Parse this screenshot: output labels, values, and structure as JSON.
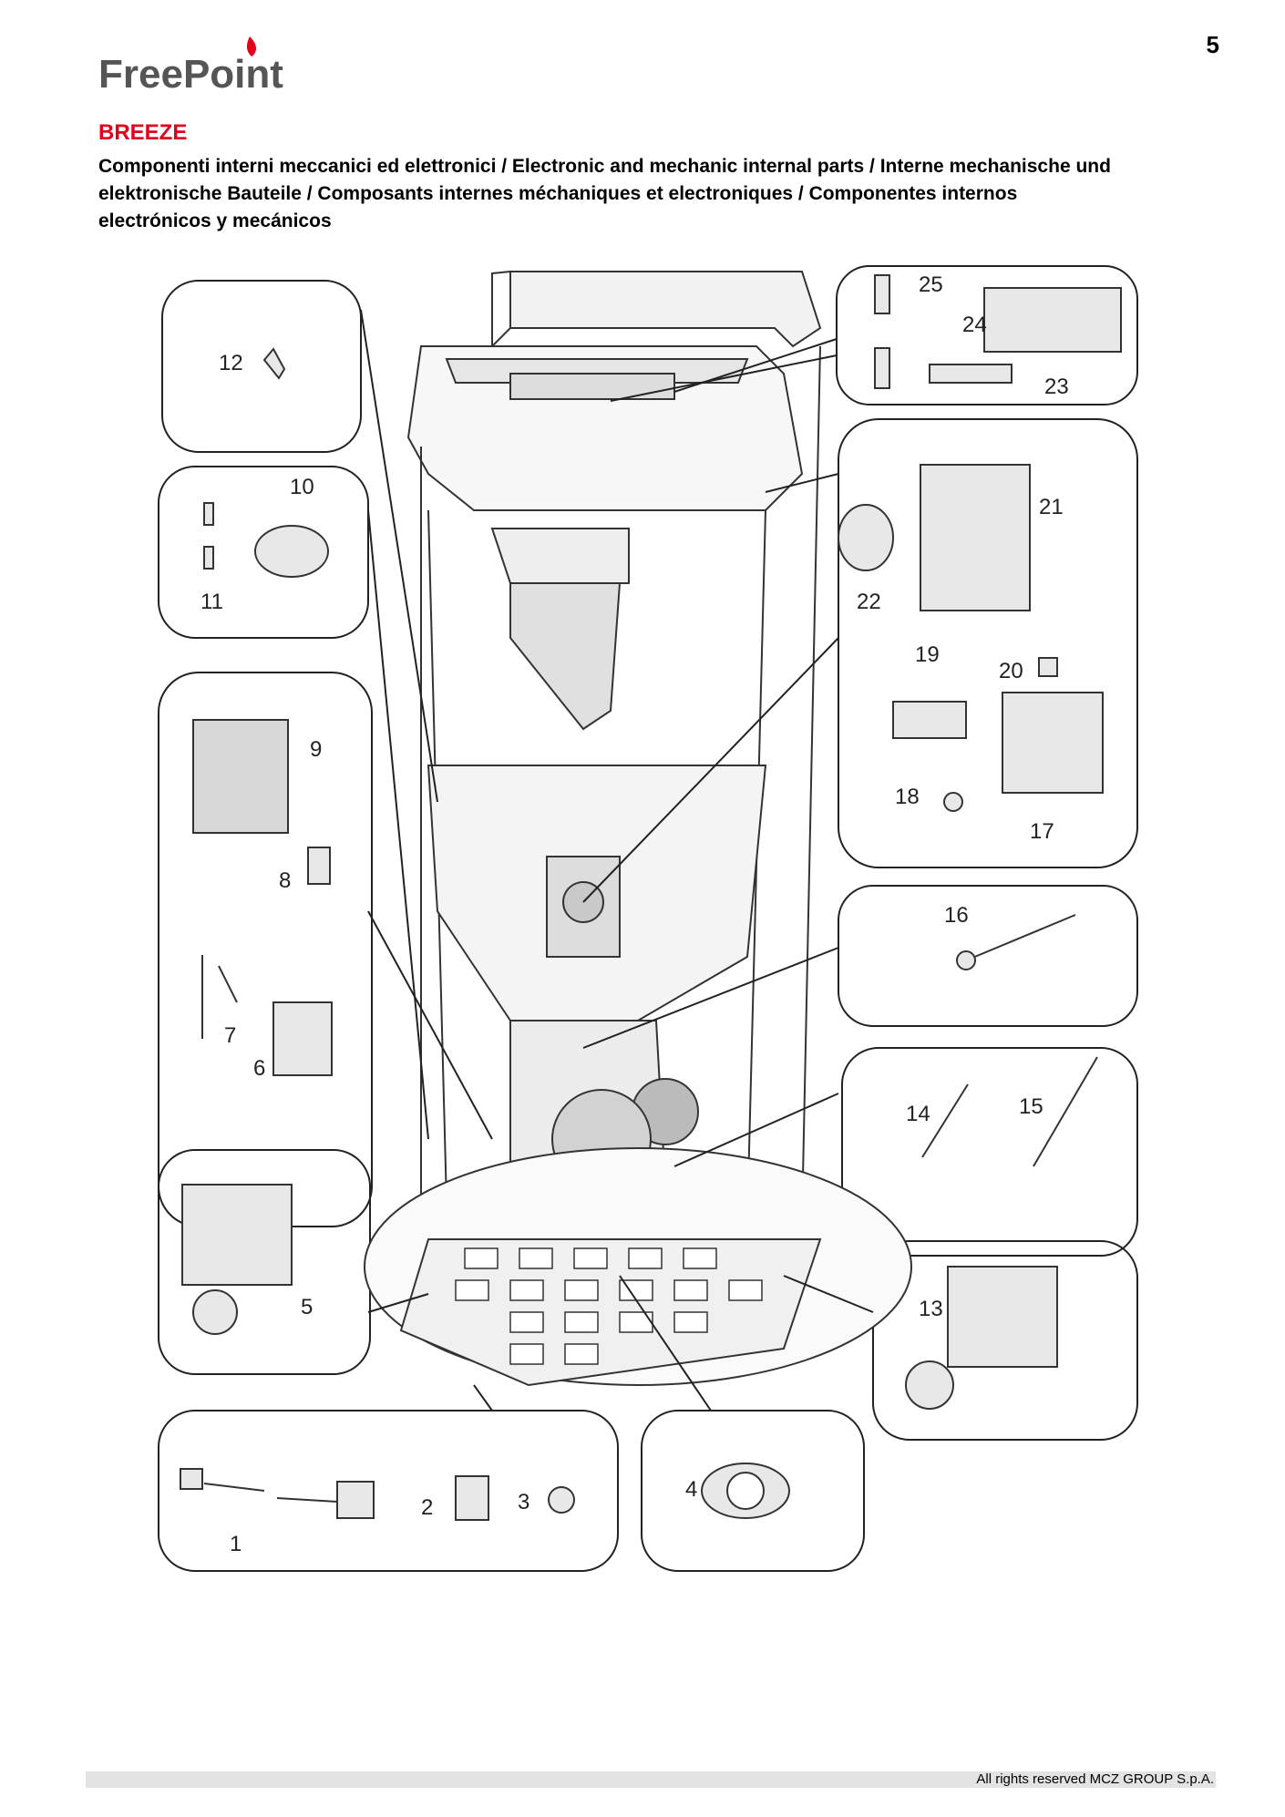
{
  "page_number": "5",
  "logo_text": "FreePoint",
  "model": "BREEZE",
  "subtitle": "Componenti interni meccanici ed elettronici / Electronic and mechanic internal parts / Interne mechanische und elektronische Bauteile / Composants internes méchaniques et electroniques / Componentes internos electrónicos y mecánicos",
  "part_labels": {
    "p1": "1",
    "p2": "2",
    "p3": "3",
    "p4": "4",
    "p5": "5",
    "p6": "6",
    "p7": "7",
    "p8": "8",
    "p9": "9",
    "p10": "10",
    "p11": "11",
    "p12": "12",
    "p13": "13",
    "p14": "14",
    "p15": "15",
    "p16": "16",
    "p17": "17",
    "p18": "18",
    "p19": "19",
    "p20": "20",
    "p21": "21",
    "p22": "22",
    "p23": "23",
    "p24": "24",
    "p25": "25"
  },
  "footer": "All rights reserved MCZ GROUP S.p.A.",
  "colors": {
    "brand_red": "#e3001b",
    "logo_gray": "#555555"
  }
}
